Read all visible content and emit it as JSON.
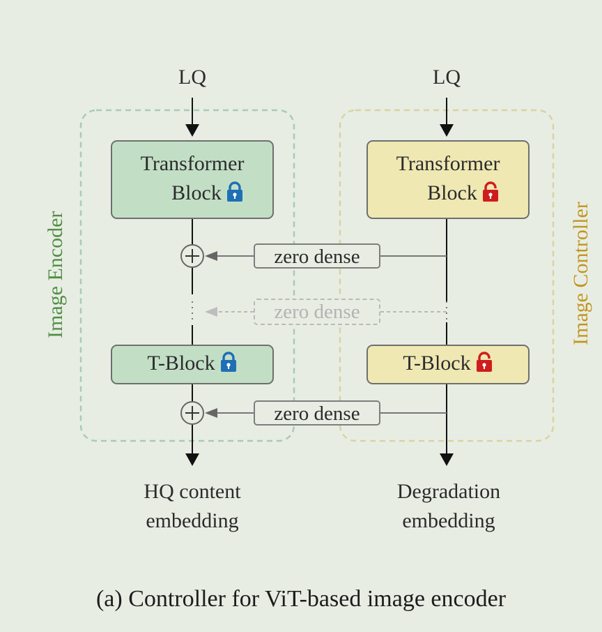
{
  "inputs": {
    "left_input": "LQ",
    "right_input": "LQ"
  },
  "encoder": {
    "label": "Image Encoder",
    "color": "#4f8f43",
    "block_line1": "Transformer",
    "block_line2": "Block",
    "tblock": "T-Block",
    "lock_icon": "locked-padlock-icon",
    "lock_color": "#1f6fb5"
  },
  "controller": {
    "label": "Image Controller",
    "color": "#c2951f",
    "block_line1": "Transformer",
    "block_line2": "Block",
    "tblock": "T-Block",
    "lock_icon": "unlocked-padlock-icon",
    "lock_color": "#cf1d1d"
  },
  "connections": {
    "zero_dense_1": "zero dense",
    "zero_dense_2": "zero dense",
    "zero_dense_3": "zero dense"
  },
  "outputs": {
    "left_line1": "HQ content",
    "left_line2": "embedding",
    "right_line1": "Degradation",
    "right_line2": "embedding"
  },
  "caption": "(a) Controller for ViT-based image encoder"
}
